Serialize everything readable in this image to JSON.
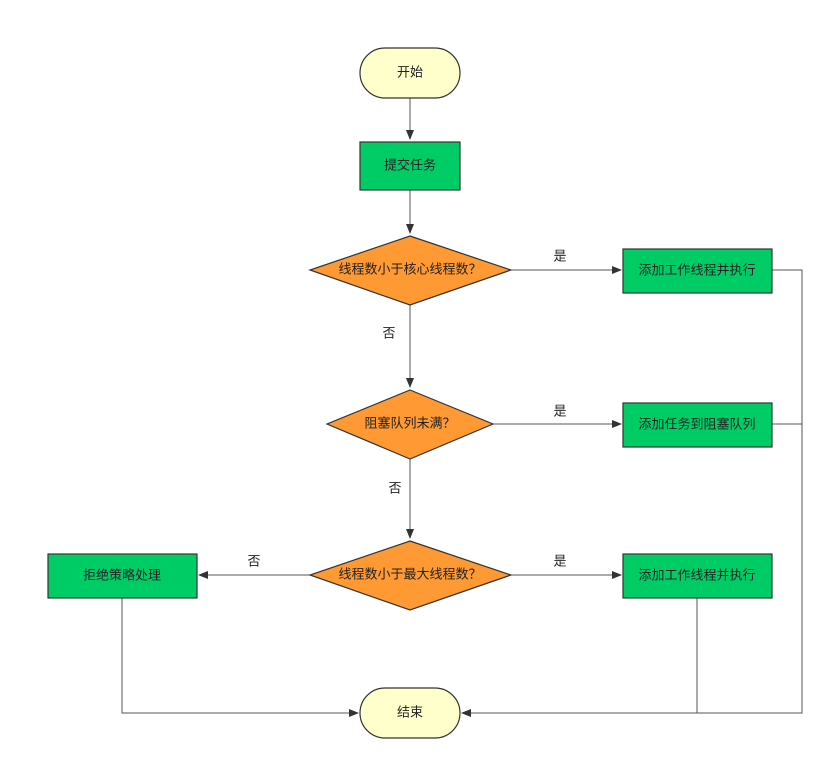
{
  "colors": {
    "terminal_fill": "#ffffcc",
    "process_fill": "#00cc66",
    "decision_fill": "#ff9933",
    "stroke": "#333333",
    "line": "#555555"
  },
  "nodes": {
    "start": "开始",
    "submit_task": "提交任务",
    "decision_core": "线程数小于核心线程数？",
    "add_worker_1": "添加工作线程并执行",
    "decision_queue": "阻塞队列未满？",
    "add_to_queue": "添加任务到阻塞队列",
    "decision_max": "线程数小于最大线程数？",
    "add_worker_2": "添加工作线程并执行",
    "reject": "拒绝策略处理",
    "end": "结束"
  },
  "edges": {
    "core_yes": "是",
    "core_no": "否",
    "queue_yes": "是",
    "queue_no": "否",
    "max_yes": "是",
    "max_no": "否"
  }
}
